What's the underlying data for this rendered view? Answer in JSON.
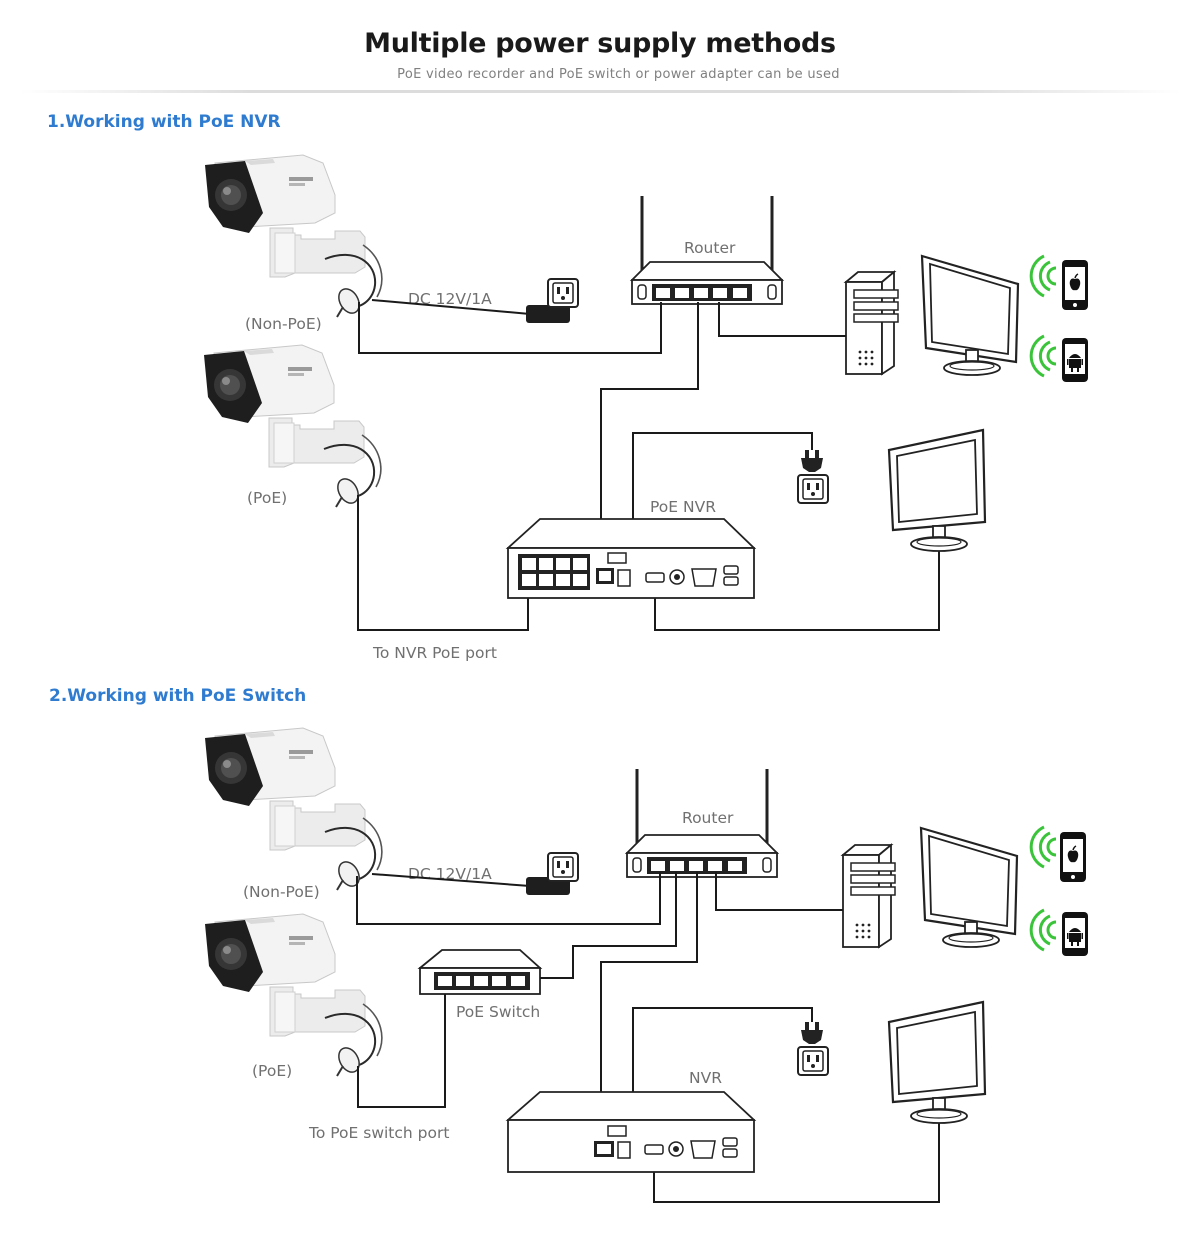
{
  "header": {
    "title": "Multiple power supply methods",
    "subtitle": "PoE video recorder and PoE switch or power adapter can be used"
  },
  "section1": {
    "heading": "1.Working with PoE NVR",
    "non_poe_label": "(Non-PoE)",
    "poe_label": "(PoE)",
    "dc_label": "DC 12V/1A",
    "router_label": "Router",
    "nvr_label": "PoE NVR",
    "port_label": "To NVR PoE port"
  },
  "section2": {
    "heading": "2.Working with PoE Switch",
    "non_poe_label": "(Non-PoE)",
    "poe_label": "(PoE)",
    "dc_label": "DC 12V/1A",
    "router_label": "Router",
    "switch_label": "PoE Switch",
    "nvr_label": "NVR",
    "port_label": "To PoE switch port"
  },
  "colors": {
    "heading_blue": "#2e7bd0",
    "wifi_green": "#3ac43a",
    "wire": "#1a1a1a",
    "label_gray": "#707070"
  },
  "icons": [
    "bullet-camera-icon",
    "power-outlet-icon",
    "power-plug-icon",
    "router-icon",
    "pc-tower-icon",
    "monitor-icon",
    "phone-apple-icon",
    "phone-android-icon",
    "wifi-signal-icon",
    "nvr-icon",
    "poe-switch-icon"
  ]
}
